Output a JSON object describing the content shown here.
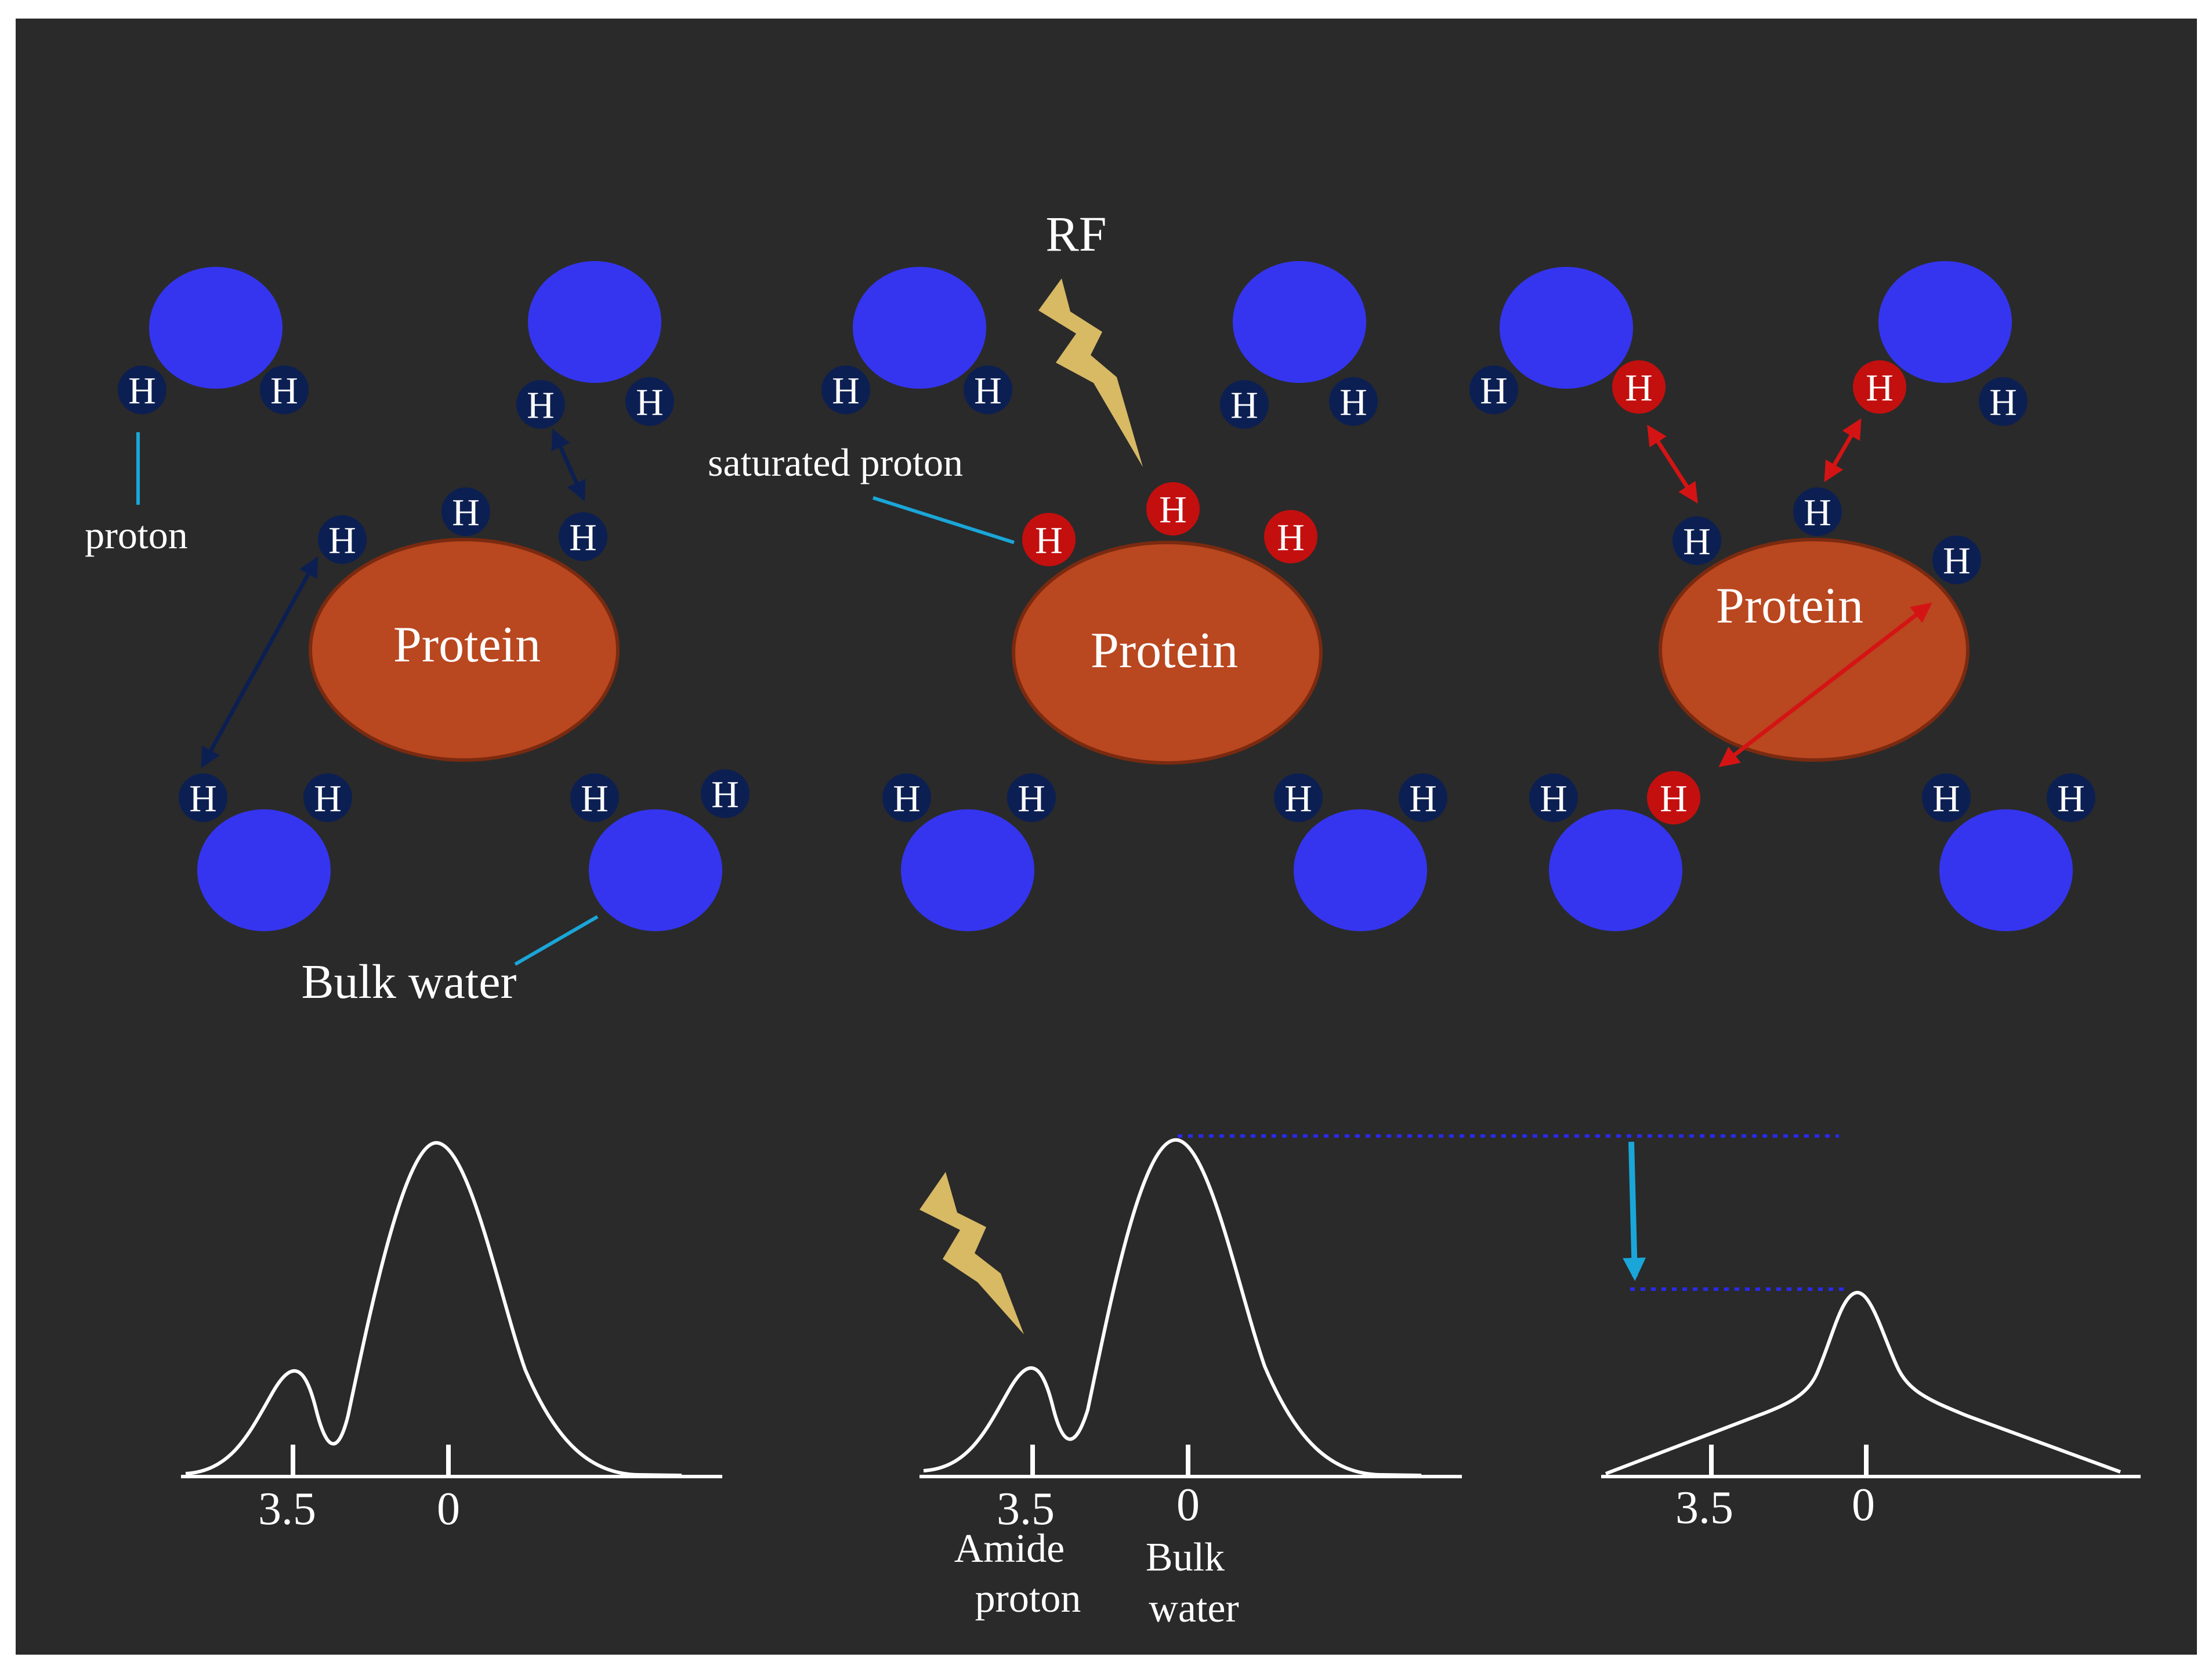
{
  "colors": {
    "background": "#2a2a2a",
    "water": "#3535f0",
    "protein": "#b9471f",
    "protein_stroke": "#7a2a10",
    "proton_normal": "#0c1f52",
    "proton_saturated": "#c40f0f",
    "leader": "#1aa6d8",
    "bolt": "#d8b964",
    "dotted": "#2a2ae8",
    "red_arrow": "#d41414",
    "text": "#ffffff"
  },
  "labels": {
    "rf": "RF",
    "proton": "proton",
    "saturated_proton": "saturated proton",
    "bulk_water": "Bulk water",
    "protein": "Protein",
    "hydrogen": "H",
    "amide_line1": "Amide",
    "amide_line2": "proton",
    "bulk_line1": "Bulk",
    "bulk_line2": "water"
  },
  "panels": [
    {
      "name": "before-saturation",
      "protein_label": "Protein",
      "ticks": [
        "3.5",
        "0"
      ]
    },
    {
      "name": "rf-saturation",
      "protein_label": "Protein",
      "ticks": [
        "3.5",
        "0"
      ]
    },
    {
      "name": "after-exchange",
      "protein_label": "Protein",
      "ticks": [
        "3.5",
        "0"
      ]
    }
  ],
  "spectra": [
    {
      "name": "spectrum-before",
      "shape": "two-peak",
      "amide_peak": "3.5",
      "water_peak": "0"
    },
    {
      "name": "spectrum-saturated",
      "shape": "two-peak",
      "amide_peak": "3.5",
      "water_peak": "0"
    },
    {
      "name": "spectrum-after",
      "shape": "reduced-water-peak",
      "water_peak": "0",
      "note": "water signal reduced"
    }
  ]
}
